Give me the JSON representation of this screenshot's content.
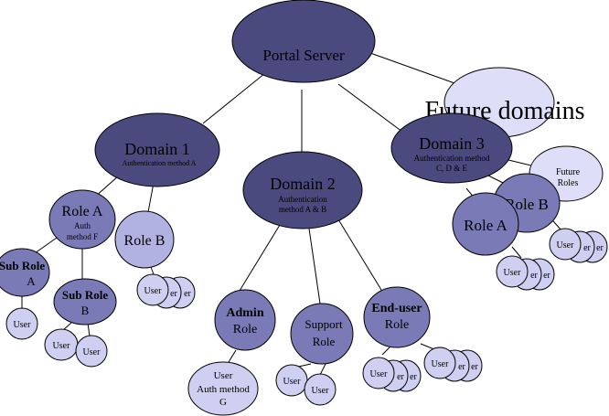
{
  "colors": {
    "dark": "#4a4a7e",
    "medium": "#7a7ab6",
    "light": "#b2b2e2",
    "pale": "#cfcff2",
    "lightest": "#dedef8",
    "white": "#ffffff",
    "line": "#000000"
  },
  "nodes": {
    "portal": {
      "lines": [
        "Portal Server"
      ]
    },
    "future_domains": {
      "lines": [
        "Future domains"
      ]
    },
    "domain1": {
      "lines": [
        "Domain 1",
        "Authentication method A"
      ]
    },
    "domain2": {
      "lines": [
        "Domain 2",
        "Authentication",
        "method A & B"
      ]
    },
    "domain3": {
      "lines": [
        "Domain 3",
        "Authentication method",
        "C, D & E"
      ]
    },
    "future_roles": {
      "lines": [
        "Future",
        "Roles"
      ]
    },
    "role_a": {
      "lines": [
        "Role A",
        "Auth",
        "method F"
      ]
    },
    "role_b": {
      "lines": [
        "Role B"
      ]
    },
    "sub_role_a": {
      "lines": [
        "Sub Role",
        "A"
      ]
    },
    "sub_role_b": {
      "lines": [
        "Sub Role",
        "B"
      ]
    },
    "admin_role": {
      "lines": [
        "Admin",
        "Role"
      ]
    },
    "support_role": {
      "lines": [
        "Support",
        "Role"
      ]
    },
    "enduser_role": {
      "lines": [
        "End-user",
        "Role"
      ]
    },
    "d3_role_b": {
      "lines": [
        "Role B"
      ]
    },
    "d3_role_a": {
      "lines": [
        "Role A"
      ]
    },
    "user_auth_g": {
      "lines": [
        "User",
        "Auth method",
        "G"
      ]
    },
    "user_label": "User",
    "user_partial": "er"
  }
}
